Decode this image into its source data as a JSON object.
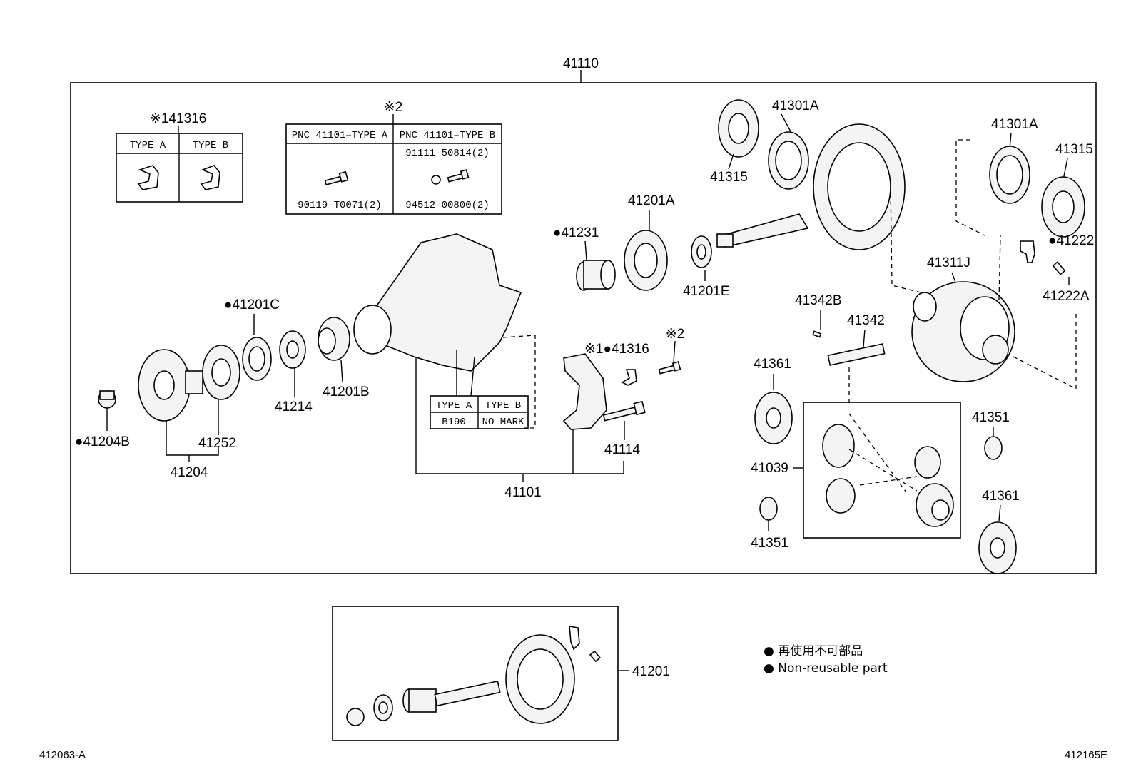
{
  "diagram": {
    "assembly_label": "41110",
    "parts": {
      "p41316_top": "※141316",
      "type_a": "TYPE A",
      "type_b": "TYPE B",
      "note2": "※2",
      "pnc_type_a": "PNC 41101=TYPE A",
      "pnc_type_b": "PNC 41101=TYPE B",
      "bolt_b": "91111-50814(2)",
      "bolt_a": "90119-T0071(2)",
      "washer_b": "94512-00800(2)",
      "p41301A_left": "41301A",
      "p41315_left": "41315",
      "p41301A_right": "41301A",
      "p41315_right": "41315",
      "p41231": "●41231",
      "p41201A": "41201A",
      "p41201E": "41201E",
      "p41222": "●41222",
      "p41222A": "41222A",
      "p41311J": "41311J",
      "p41342B": "41342B",
      "p41342": "41342",
      "p41201C": "●41201C",
      "p41214": "41214",
      "p41201B": "41201B",
      "p41316_mid": "※1●41316",
      "note2b": "※2",
      "p41361_top": "41361",
      "p41351_top": "41351",
      "p41039": "41039",
      "p41351_bot": "41351",
      "p41361_bot": "41361",
      "p41204B": "●41204B",
      "p41252": "41252",
      "p41204": "41204",
      "p41114": "41114",
      "p41101": "41101",
      "mark_type_a": "TYPE A",
      "mark_type_b": "TYPE B",
      "mark_b190": "B190",
      "mark_none": "NO MARK",
      "p41201": "41201"
    },
    "legend": {
      "line_jp": "● 再使用不可部品",
      "line_en": "● Non-reusable part"
    },
    "footer": {
      "left_code": "412063-A",
      "right_code": "412165E"
    }
  }
}
